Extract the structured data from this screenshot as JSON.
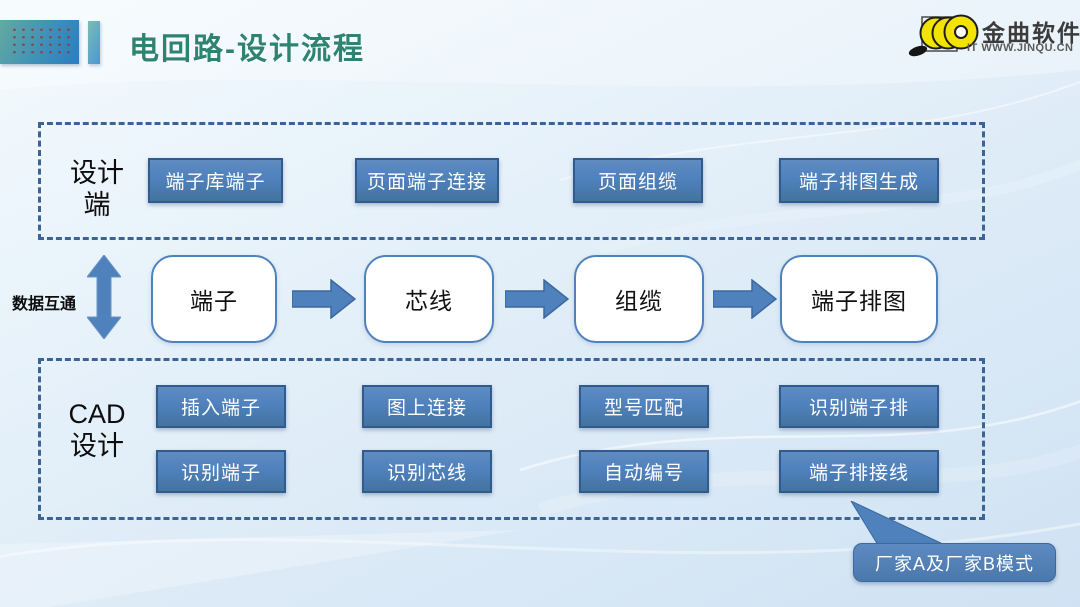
{
  "header": {
    "title": "电回路-设计流程",
    "logo": {
      "name": "金曲软件",
      "site": "IT WWW.JINQU.CN"
    }
  },
  "design_section": {
    "label_line1": "设计",
    "label_line2": "端",
    "buttons": [
      "端子库端子",
      "页面端子连接",
      "页面组缆",
      "端子排图生成"
    ]
  },
  "flow": {
    "link_label": "数据互通",
    "nodes": [
      "端子",
      "芯线",
      "组缆",
      "端子排图"
    ]
  },
  "cad_section": {
    "label_line1": "CAD",
    "label_line2": "设计",
    "row1": [
      "插入端子",
      "图上连接",
      "型号匹配",
      "识别端子排"
    ],
    "row2": [
      "识别端子",
      "识别芯线",
      "自动编号",
      "端子排接线"
    ]
  },
  "callout": {
    "label": "厂家A及厂家B模式"
  },
  "colors": {
    "accent": "#4F81BD",
    "accent_border": "#2F5B8E",
    "dashed_border": "#3A6398",
    "title_green": "#2F8471",
    "logo_yellow": "#F2E300"
  }
}
